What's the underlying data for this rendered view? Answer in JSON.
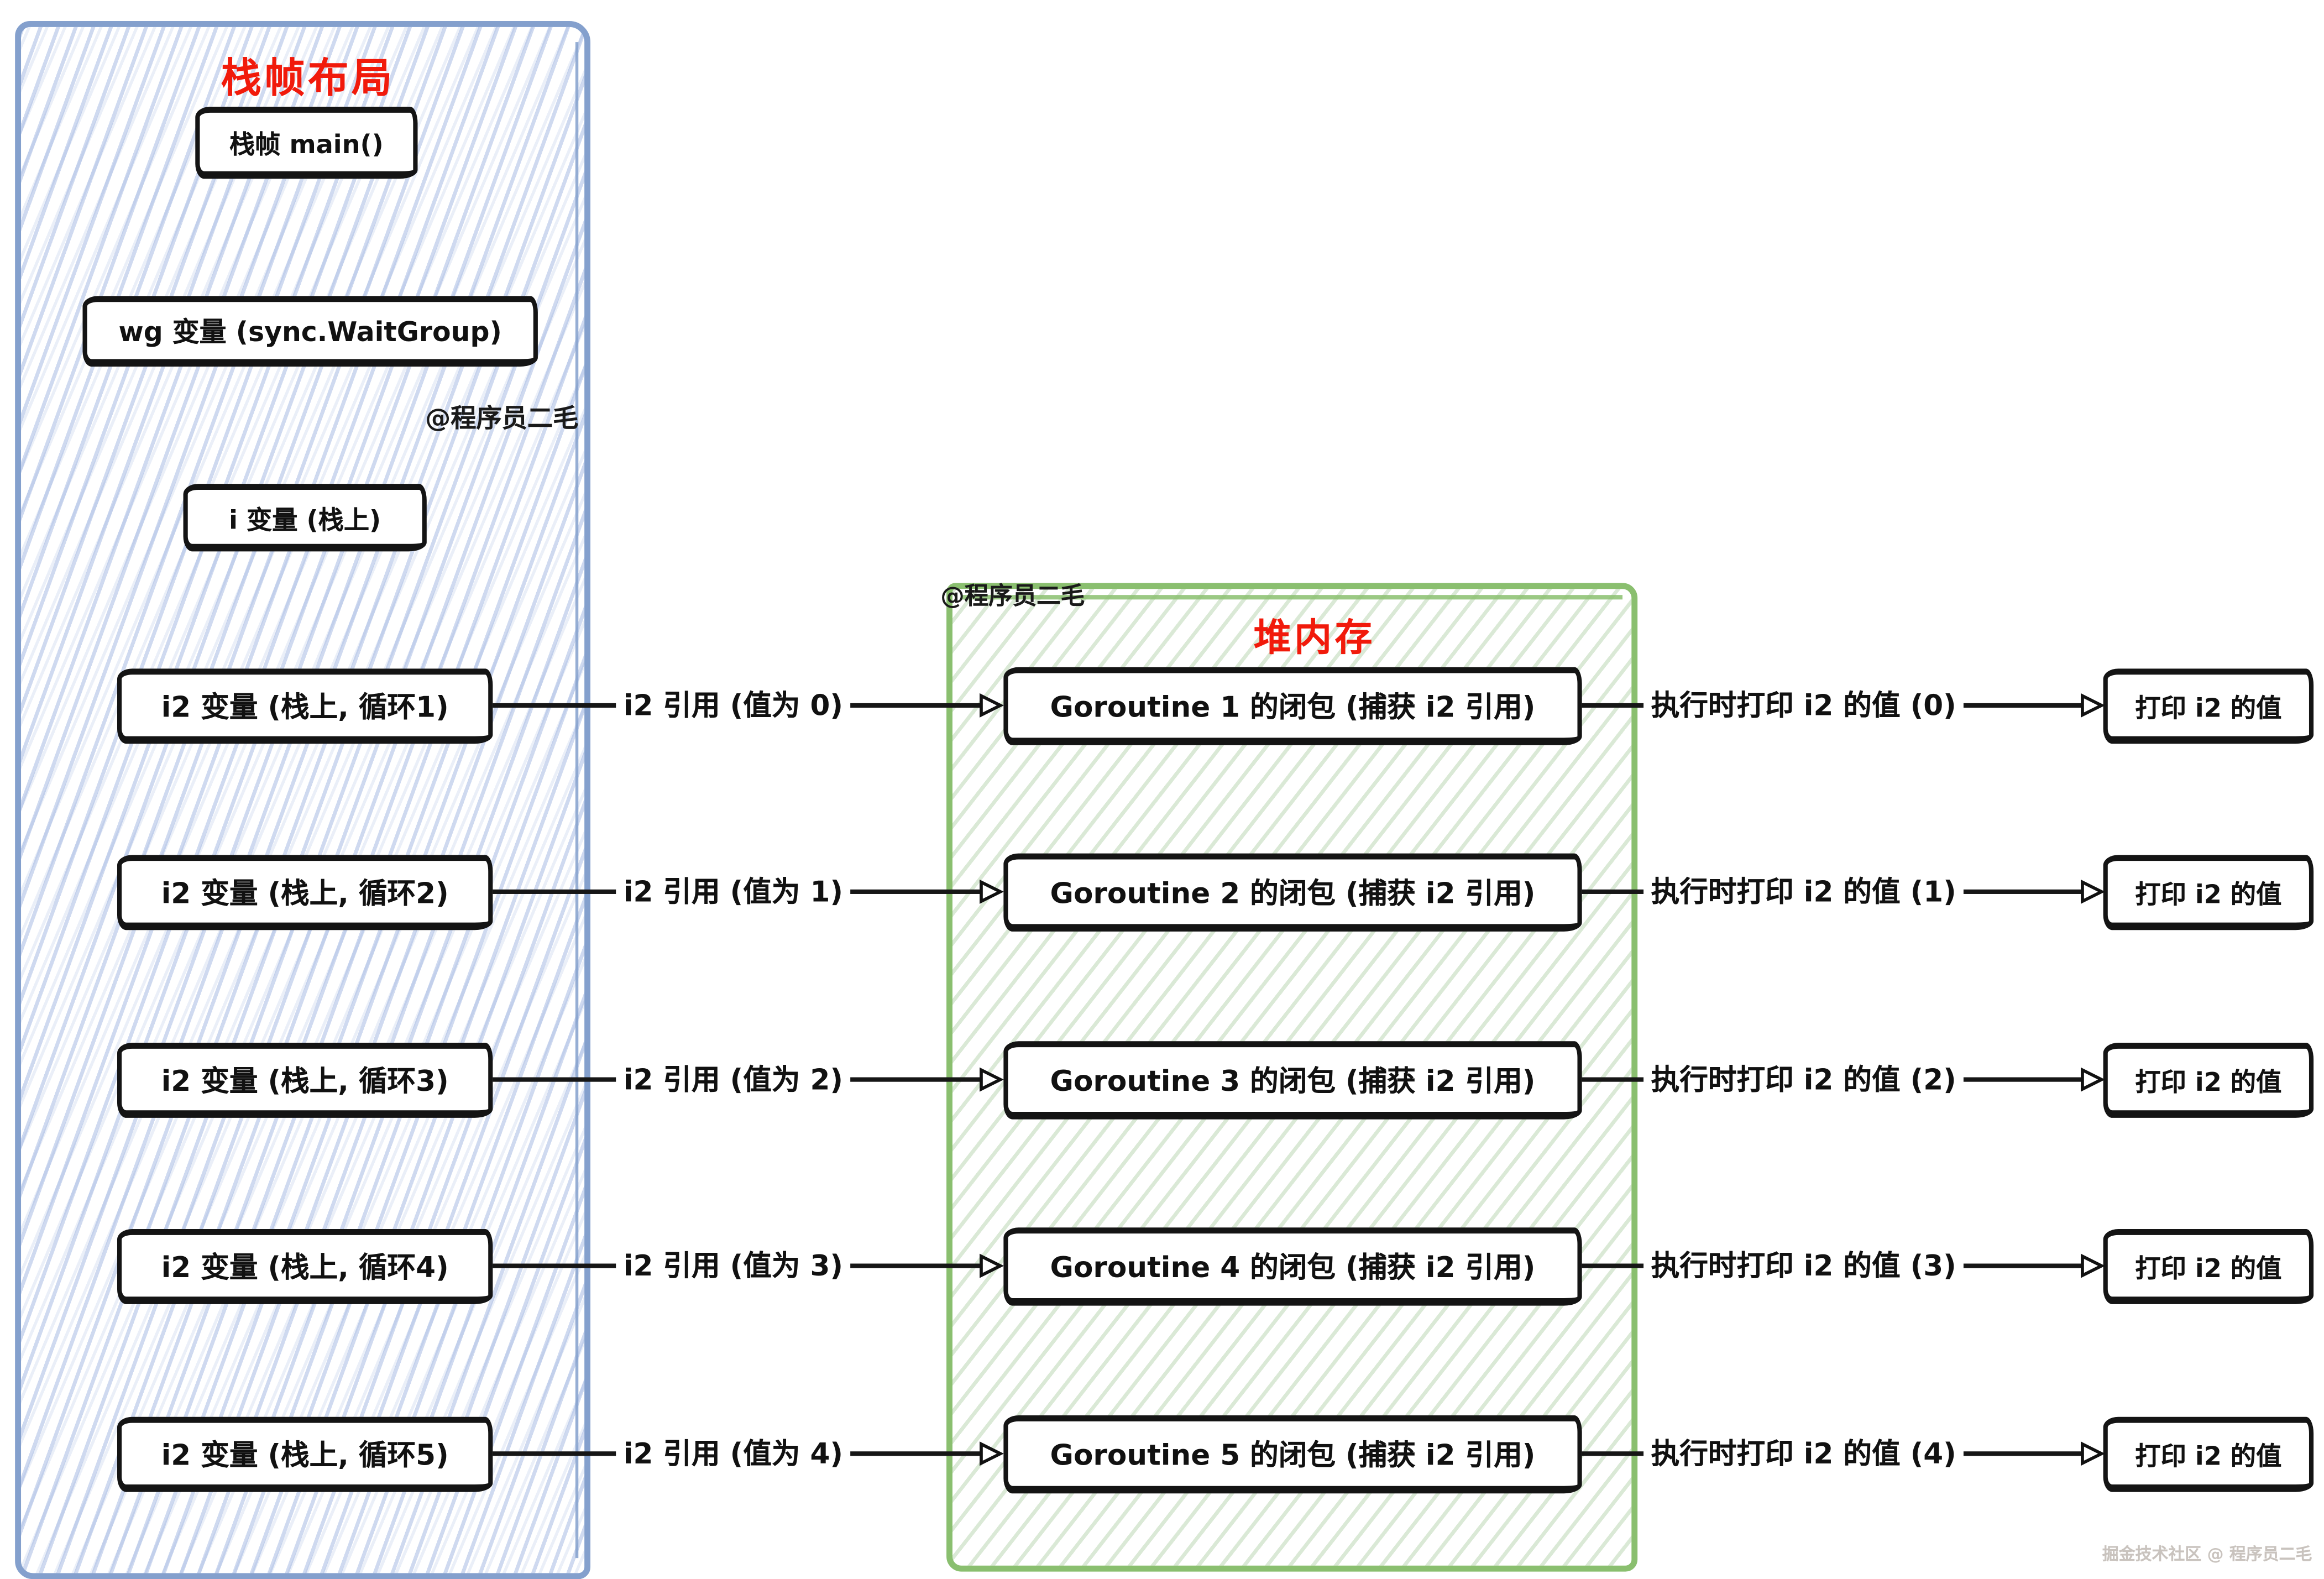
{
  "stack_panel": {
    "title": "栈帧布局",
    "watermark": "@程序员二毛",
    "main_box": "栈帧 main()",
    "wg_box": "wg 变量 (sync.WaitGroup)",
    "i_box": "i 变量 (栈上)"
  },
  "heap_panel": {
    "title": "堆内存",
    "watermark": "@程序员二毛"
  },
  "rows": [
    {
      "stack_box": "i2 变量 (栈上, 循环1)",
      "ref_label": "i2 引用 (值为 0)",
      "heap_box": "Goroutine 1 的闭包 (捕获 i2 引用)",
      "exec_label": "执行时打印 i2 的值 (0)",
      "print_box": "打印 i2 的值"
    },
    {
      "stack_box": "i2 变量 (栈上, 循环2)",
      "ref_label": "i2 引用 (值为 1)",
      "heap_box": "Goroutine 2 的闭包 (捕获 i2 引用)",
      "exec_label": "执行时打印 i2 的值 (1)",
      "print_box": "打印 i2 的值"
    },
    {
      "stack_box": "i2 变量 (栈上, 循环3)",
      "ref_label": "i2 引用 (值为 2)",
      "heap_box": "Goroutine 3 的闭包 (捕获 i2 引用)",
      "exec_label": "执行时打印 i2 的值 (2)",
      "print_box": "打印 i2 的值"
    },
    {
      "stack_box": "i2 变量 (栈上, 循环4)",
      "ref_label": "i2 引用 (值为 3)",
      "heap_box": "Goroutine 4 的闭包 (捕获 i2 引用)",
      "exec_label": "执行时打印 i2 的值 (3)",
      "print_box": "打印 i2 的值"
    },
    {
      "stack_box": "i2 变量 (栈上, 循环5)",
      "ref_label": "i2 引用 (值为 4)",
      "heap_box": "Goroutine 5 的闭包 (捕获 i2 引用)",
      "exec_label": "执行时打印 i2 的值 (4)",
      "print_box": "打印 i2 的值"
    }
  ],
  "footer_watermark": "掘金技术社区 @ 程序员二毛",
  "colors": {
    "title_red": "#f11a0b",
    "stack_border_blue": "#84a0cd",
    "heap_border_green": "#8abf6f",
    "box_stroke": "#141414",
    "footer_gray": "#c9c3be"
  }
}
